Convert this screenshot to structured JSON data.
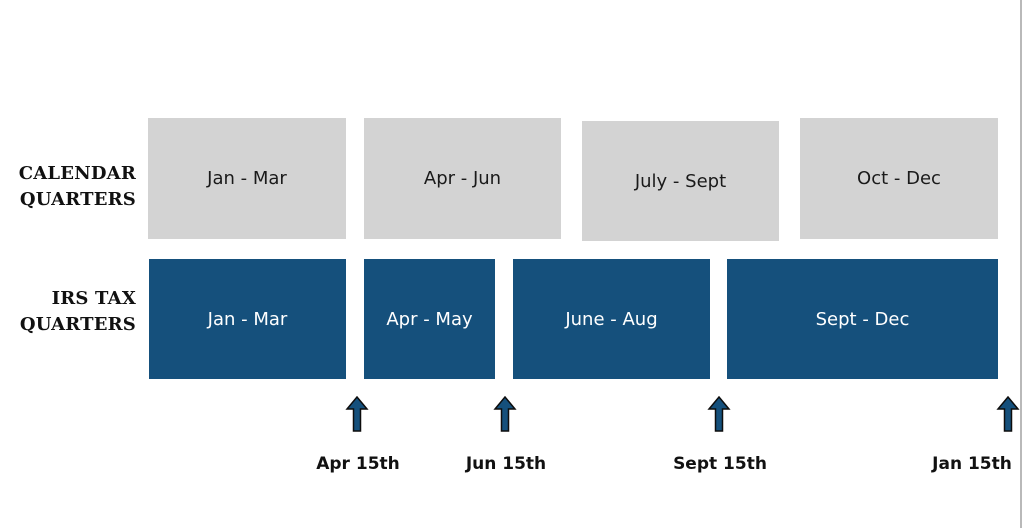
{
  "rows": {
    "calendar": {
      "label_line1": "CALENDAR",
      "label_line2": "QUARTERS"
    },
    "irs": {
      "label_line1": "IRS TAX",
      "label_line2": "QUARTERS"
    }
  },
  "calendar_quarters": [
    "Jan - Mar",
    "Apr - Jun",
    "July - Sept",
    "Oct - Dec"
  ],
  "irs_quarters": [
    "Jan - Mar",
    "Apr - May",
    "June - Aug",
    "Sept - Dec"
  ],
  "deadlines": [
    "Apr 15th",
    "Jun 15th",
    "Sept 15th",
    "Jan 15th"
  ],
  "colors": {
    "calendar_box": "#d3d3d3",
    "irs_box": "#15507c",
    "arrow": "#15507c"
  },
  "icons": {
    "deadline_marker": "up-arrow-icon"
  }
}
